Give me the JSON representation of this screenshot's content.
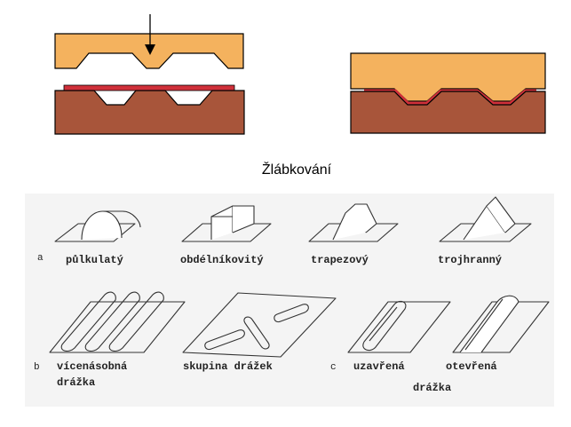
{
  "caption": "Žlábkování",
  "groove_letters": {
    "a": "a",
    "b": "b",
    "c": "c"
  },
  "groove_labels": {
    "pulkulaty": "půlkulatý",
    "obdelnikovity": "obdélníkovitý",
    "trapezovy": "trapezový",
    "trojhranny": "trojhranný",
    "vicenasobna_line1": "vícenásobná",
    "vicenasobna_line2": "drážka",
    "skupina": "skupina drážek",
    "uzavrena": "uzavřená",
    "otevrena": "otevřená",
    "drazka": "drážka"
  },
  "colors": {
    "upper_die": "#F4B25E",
    "lower_die": "#A8553A",
    "sheet": "#D0303A",
    "outline": "#000000"
  }
}
